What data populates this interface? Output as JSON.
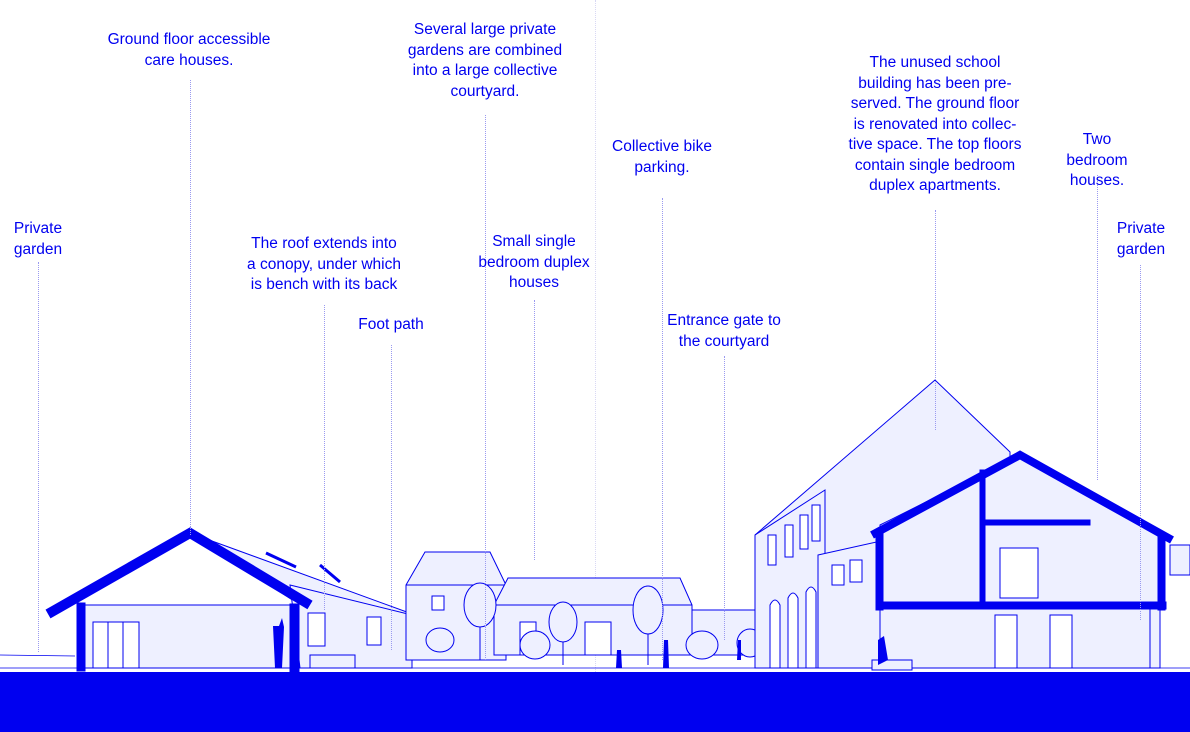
{
  "annotations": [
    {
      "id": "private-garden-left",
      "text": "Private\ngarden"
    },
    {
      "id": "care-houses",
      "text": "Ground floor accessible\ncare houses."
    },
    {
      "id": "collective-courtyard",
      "text": "Several large private\ngardens are combined\ninto a large collective\ncourtyard."
    },
    {
      "id": "roof-canopy",
      "text": "The roof extends into\na conopy, under which\nis bench with its back"
    },
    {
      "id": "foot-path",
      "text": "Foot path"
    },
    {
      "id": "duplex-houses",
      "text": "Small single\nbedroom duplex\nhouses"
    },
    {
      "id": "bike-parking",
      "text": "Collective bike\nparking."
    },
    {
      "id": "entrance-gate",
      "text": "Entrance gate to\nthe courtyard"
    },
    {
      "id": "school-building",
      "text": "The unused school\nbuilding has been pre-\nserved. The ground floor\nis renovated into collec-\ntive space. The top floors\ncontain single bedroom\nduplex apartments."
    },
    {
      "id": "two-bedroom-houses",
      "text": "Two bedroom\nhouses."
    },
    {
      "id": "private-garden-right",
      "text": "Private\ngarden"
    }
  ],
  "colors": {
    "accent": "#0000f0",
    "fill": "#eef0ff"
  }
}
